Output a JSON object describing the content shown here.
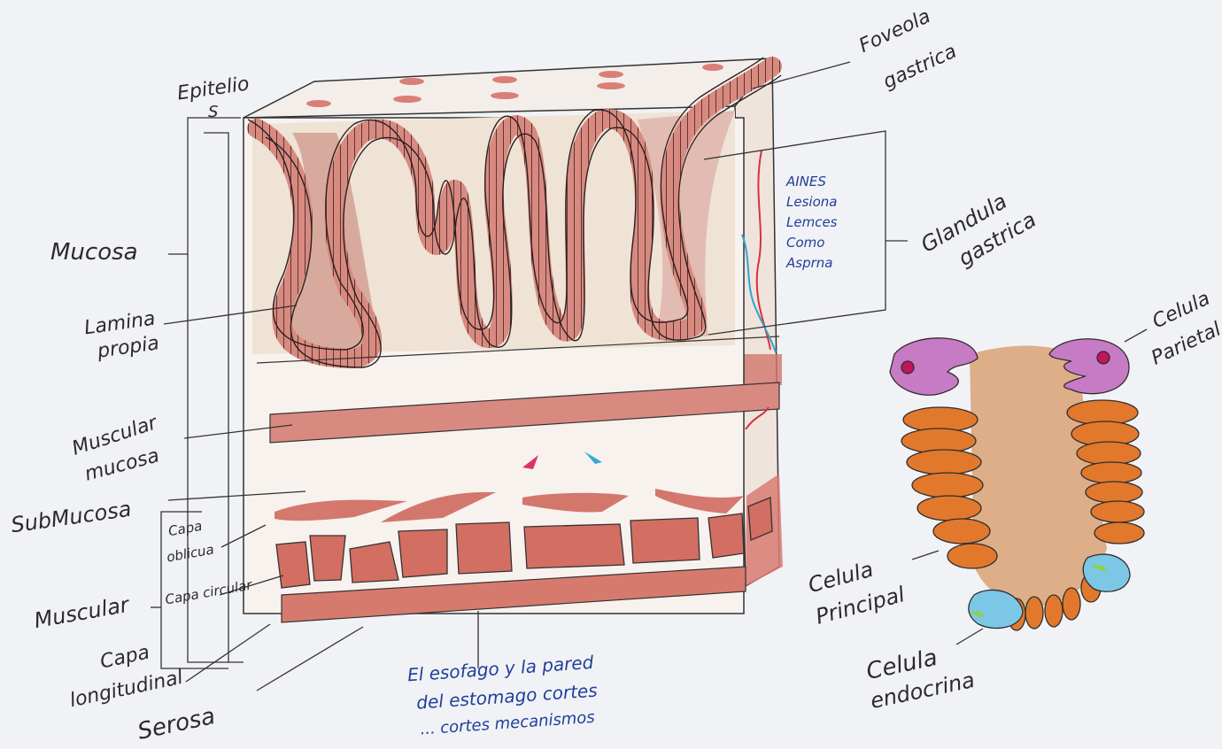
{
  "labels": {
    "epitelio": "Epitelio",
    "epitelio_s": "S",
    "foveola": "Foveola",
    "gastrica": "gastrica",
    "mucosa": "Mucosa",
    "lamina": "Lamina",
    "propia": "propia",
    "muscular_1": "Muscular",
    "mucosa_2": "mucosa",
    "submucosa": "SubMucosa",
    "capa_oblicua_1": "Capa",
    "capa_oblicua_2": "oblicua",
    "capa_circular": "Capa circular",
    "muscular": "Muscular",
    "capa_long_1": "Capa",
    "capa_long_2": "longitudinal",
    "serosa": "Serosa",
    "glandula": "Glandula",
    "gastrica_2": "gastrica",
    "celula_parietal_1": "Celula",
    "celula_parietal_2": "Parietal",
    "celula_principal_1": "Celula",
    "celula_principal_2": "Principal",
    "celula_endocrina_1": "Celula",
    "celula_endocrina_2": "endocrina"
  },
  "lesion_note": [
    "AINES",
    "Lesiona",
    "Lemces",
    "Como",
    "Asprna"
  ],
  "footer_note": [
    "El esofago y la pared",
    "del estomago cortes",
    "... cortes mecanismos"
  ],
  "colors": {
    "tissue": "#d98a80",
    "tissue_dark": "#b95348",
    "cream": "#efe3d6",
    "orange": "#e0762a",
    "purple": "#c77bc4",
    "cyan": "#7cc7e6",
    "ink_blue": "#1f3f9a"
  }
}
